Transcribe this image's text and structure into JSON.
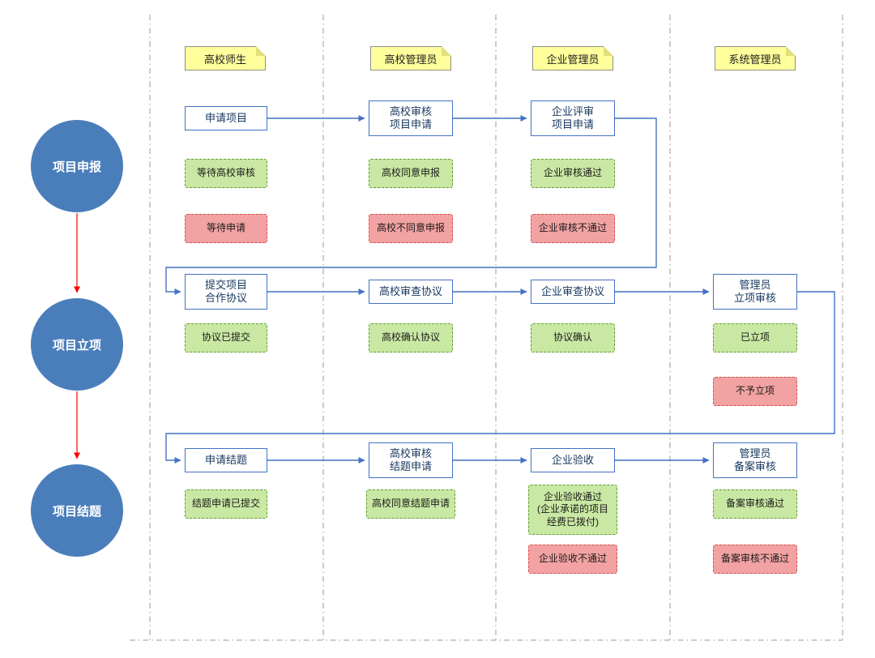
{
  "diagram": {
    "lanes": [
      {
        "header": "高校师生"
      },
      {
        "header": "高校管理员"
      },
      {
        "header": "企业管理员"
      },
      {
        "header": "系统管理员"
      }
    ],
    "phases": [
      {
        "label": "项目申报"
      },
      {
        "label": "项目立项"
      },
      {
        "label": "项目结题"
      }
    ],
    "nodes": {
      "p1": {
        "l0": {
          "process": "申请项目",
          "green": "等待高校审核",
          "red": "等待申请"
        },
        "l1": {
          "process": "高校审核\n项目申请",
          "green": "高校同意申报",
          "red": "高校不同意申报"
        },
        "l2": {
          "process": "企业评审\n项目申请",
          "green": "企业审核通过",
          "red": "企业审核不通过"
        }
      },
      "p2": {
        "l0": {
          "process": "提交项目\n合作协议",
          "green": "协议已提交"
        },
        "l1": {
          "process": "高校审查协议",
          "green": "高校确认协议"
        },
        "l2": {
          "process": "企业审查协议",
          "green": "协议确认"
        },
        "l3": {
          "process": "管理员\n立项审核",
          "green": "已立项",
          "red": "不予立项"
        }
      },
      "p3": {
        "l0": {
          "process": "申请结题",
          "green": "结题申请已提交"
        },
        "l1": {
          "process": "高校审核\n结题申请",
          "green": "高校同意结题申请"
        },
        "l2": {
          "process": "企业验收",
          "green": "企业验收通过\n(企业承诺的项目\n经费已拨付)",
          "red": "企业验收不通过"
        },
        "l3": {
          "process": "管理员\n备案审核",
          "green": "备案审核通过",
          "red": "备案审核不通过"
        }
      }
    },
    "colors": {
      "circle": "#4A7EBB",
      "process_border": "#4472C4",
      "green_fill": "#C9E8A3",
      "green_border": "#5E9E32",
      "red_fill": "#F2A2A2",
      "red_border": "#D94F4F",
      "note_fill": "#FFFF9C",
      "flow_arrow": "#4472C4",
      "phase_arrow": "#FF0000"
    }
  }
}
